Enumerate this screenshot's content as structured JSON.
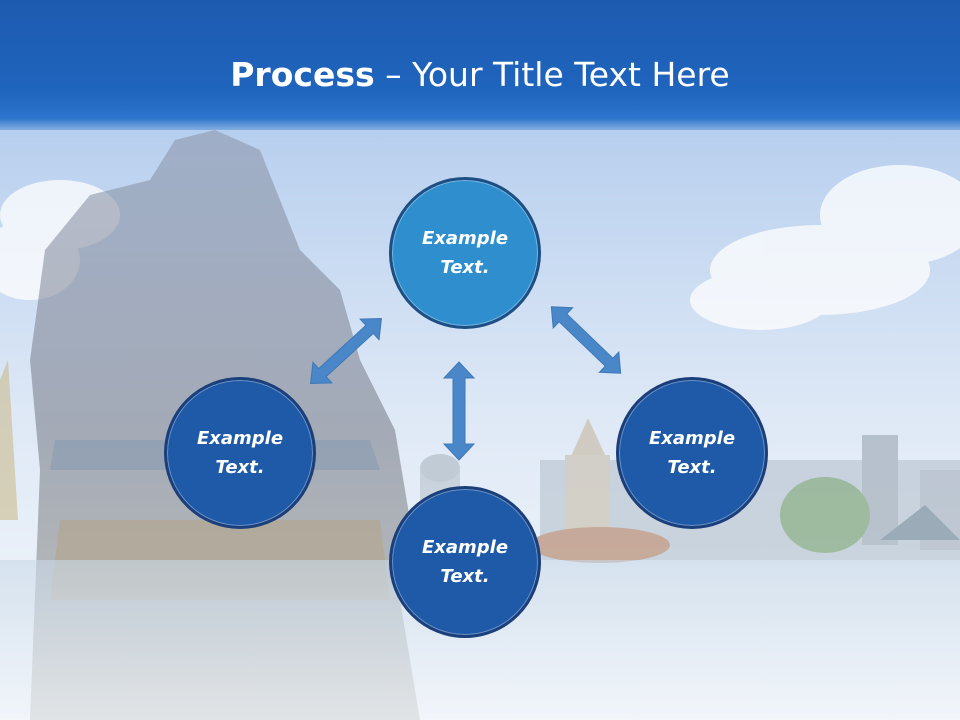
{
  "title": {
    "bold": "Process",
    "rest": " – Your Title Text Here"
  },
  "nodes": [
    {
      "id": "top",
      "label": "Example\nText."
    },
    {
      "id": "left",
      "label": "Example\nText."
    },
    {
      "id": "right",
      "label": "Example\nText."
    },
    {
      "id": "bottom",
      "label": "Example\nText."
    }
  ],
  "colors": {
    "title_bar": "#1f64bd",
    "node_dark": "#1f5aa8",
    "node_light": "#2f8fce",
    "arrow": "#4a87c9"
  }
}
